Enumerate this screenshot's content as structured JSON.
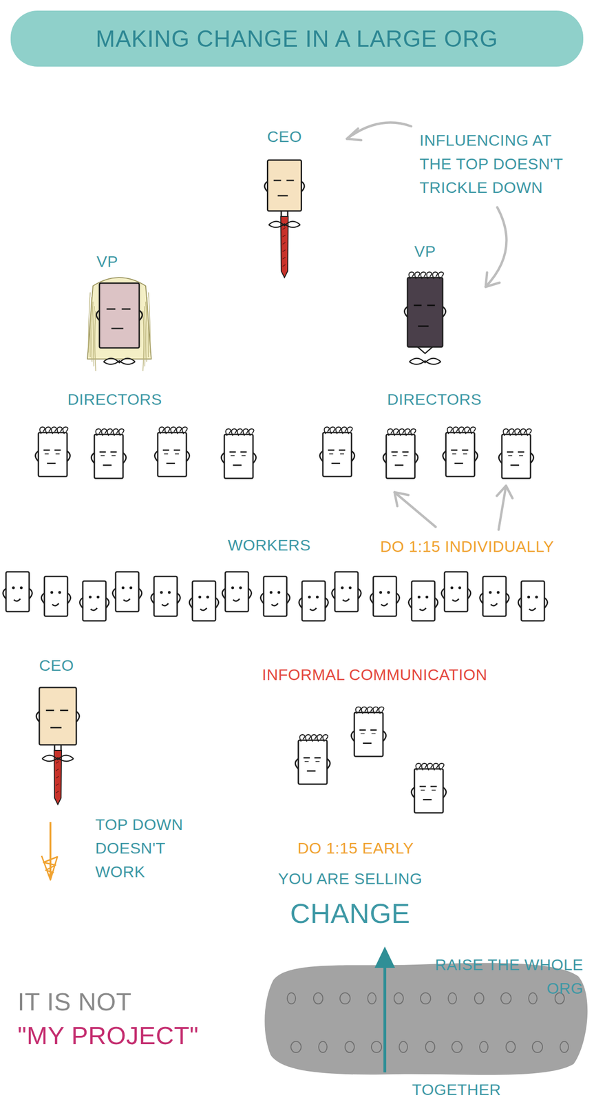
{
  "diagram": {
    "title": "MAKING CHANGE IN A LARGE ORG",
    "labels": [
      "CEO",
      "INFLUENCING AT THE TOP DOESN'T TRICKLE DOWN",
      "VP",
      "VP",
      "DIRECTORS",
      "DIRECTORS",
      "WORKERS",
      "DO 1:15 INDIVIDUALLY",
      "CEO",
      "INFORMAL COMMUNICATION",
      "TOP DOWN DOESN'T WORK",
      "DO 1:15 EARLY",
      "YOU ARE SELLING",
      "CHANGE",
      "IT IS NOT",
      "\"MY PROJECT\"",
      "RAISE THE WHOLE ORG",
      "TOGETHER"
    ]
  }
}
